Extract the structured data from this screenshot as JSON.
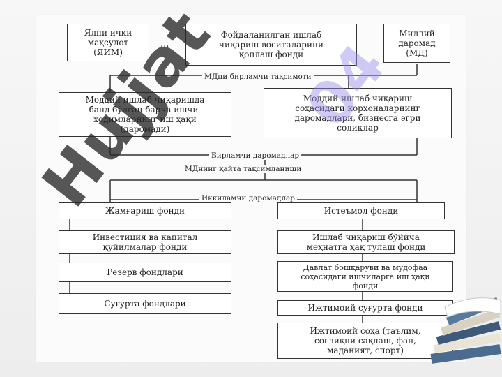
{
  "nodes": {
    "gdp": "Ялпи ички\nмаҳсулот\n(ЯИМ)",
    "dots": "...",
    "depreciation_fund": "Фойдаланилган ишлаб\nчиқариш воситаларини\nқоплаш фонди",
    "national_income": "Миллий\nдаромад\n(МД)",
    "wages_material": "Моддий ишлаб чиқаришда\nбанд бўлган барча ишчи-\nходимларнинг иш ҳақи\n(даромади)",
    "enterprise_income": "Моддий ишлаб чиқариш\nсоҳасидаги корхоналарнинг\nдаромадлари, бизнесга эгри\nсоликлар",
    "accumulation_fund": "Жамғариш фонди",
    "consumption_fund": "Истеъмол фонди",
    "investment_fund": "Инвестиция ва капитал\nқўйилмалар фонди",
    "labor_pay_fund": "Ишлаб чиқариш бўйича\nмеҳнатга ҳақ тўлаш фонди",
    "reserve_funds": "Резерв фондлари",
    "state_defense": "Давлат бошқаруви ва мудофаа\nсоҳасидаги ишчиларга иш ҳақи\nфонди",
    "insurance_funds": "Суғурта фондлари",
    "social_insurance": "Ижтимоий суғурта фонди",
    "social_sphere": "Ижтимоий соҳа (таълим,\nсоғлиқни сақлаш, фан,\nмаданият, спорт)"
  },
  "labels": {
    "primary_distribution": "МДни бирламчи тақсимоти",
    "primary_income": "Бирламчи даромадлар",
    "redistribution": "МДнинг қайта тақсимланиши",
    "secondary_income": "Иккиламчи даромадлар"
  },
  "watermarks": {
    "main": "Hujjat",
    "accent": "04"
  },
  "colors": {
    "line": "#333333",
    "watermark_dark": "#282828",
    "watermark_accent": "#968ce6"
  }
}
